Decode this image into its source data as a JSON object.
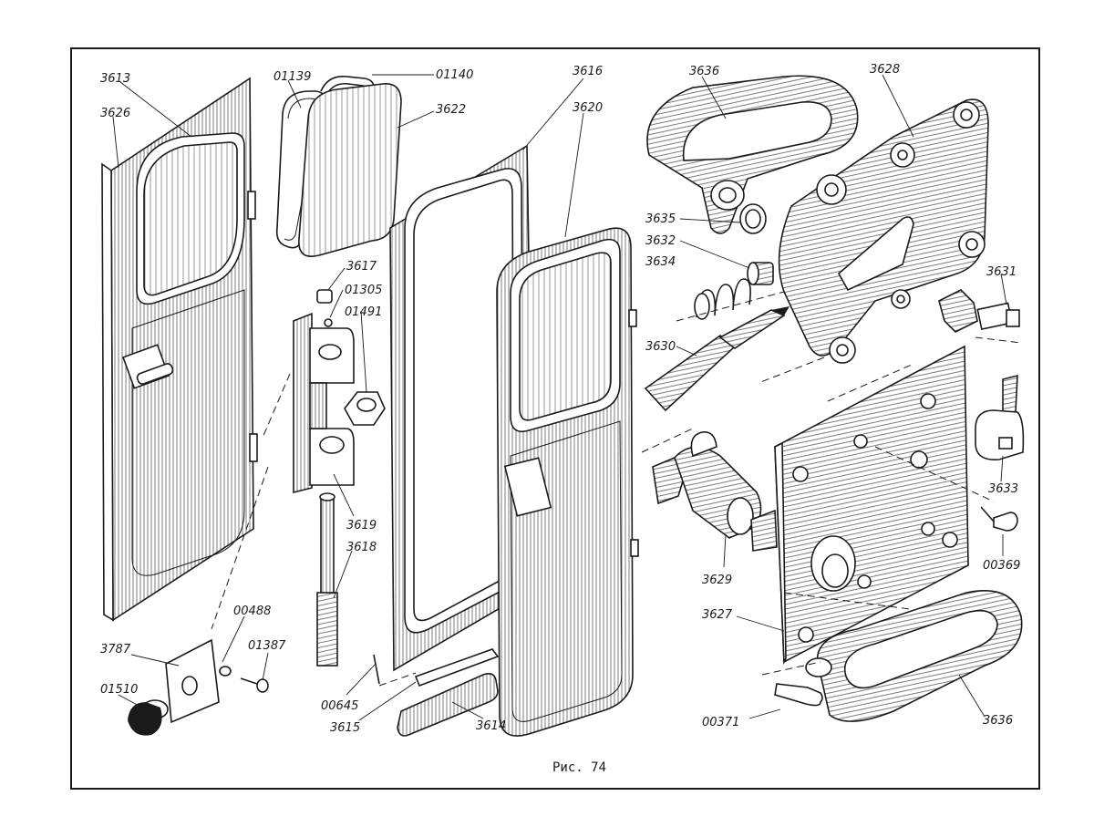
{
  "caption": "Рис. 74",
  "labels": {
    "l3613": "3613",
    "l3626": "3626",
    "l01139": "01139",
    "l01140": "01140",
    "l3622": "3622",
    "l3616": "3616",
    "l3620": "3620",
    "l3636a": "3636",
    "l3628": "3628",
    "l3635": "3635",
    "l3632": "3632",
    "l3634": "3634",
    "l3631": "3631",
    "l3617": "3617",
    "l01305": "01305",
    "l01491": "01491",
    "l3630": "3630",
    "l3633": "3633",
    "l00369": "00369",
    "l3619": "3619",
    "l3618": "3618",
    "l3629": "3629",
    "l3627": "3627",
    "l00488": "00488",
    "l01387": "01387",
    "l3787": "3787",
    "l01510": "01510",
    "l00645": "00645",
    "l3615": "3615",
    "l3614": "3614",
    "l00371": "00371",
    "l3636b": "3636"
  }
}
